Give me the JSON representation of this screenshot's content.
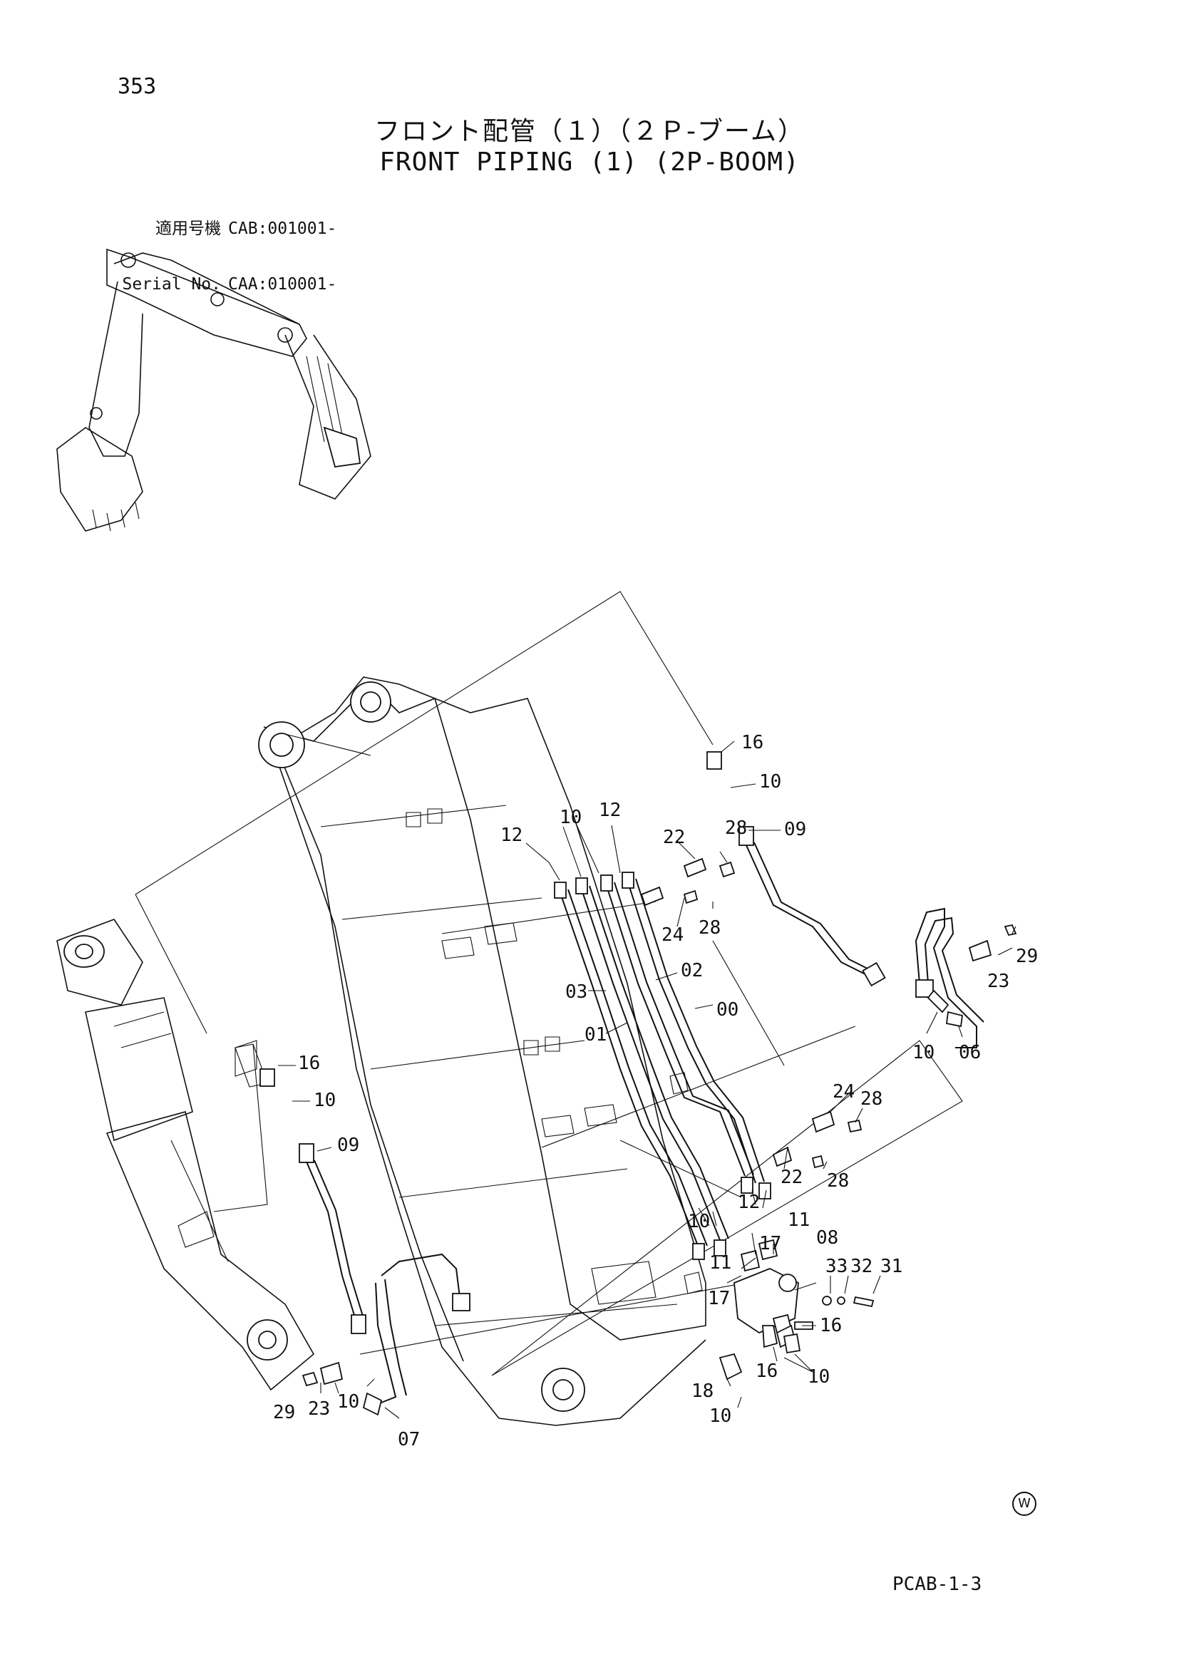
{
  "header": {
    "page_number": "353",
    "title_jp": "フロント配管（１）（２Ｐ-ブーム）",
    "title_en": "FRONT PIPING (1) (2P-BOOM)"
  },
  "applicability": [
    {
      "label": "適用号機",
      "value": "CAB:001001-"
    },
    {
      "label": "Serial No.",
      "value": "CAA:010001-"
    }
  ],
  "callouts": {
    "c16a": "16",
    "c10a": "10",
    "c09a": "09",
    "c12a": "12",
    "c10b": "10",
    "c12b": "12",
    "c22a": "22",
    "c28a": "28",
    "c24a": "24",
    "c28b": "28",
    "c29a": "29",
    "c23a": "23",
    "c03": "03",
    "c02": "02",
    "c01": "01",
    "c00": "00",
    "c10c": "10",
    "c06": "06",
    "c16b": "16",
    "c10d": "10",
    "c09b": "09",
    "c24b": "24",
    "c28c": "28",
    "c22b": "22",
    "c28d": "28",
    "c12c": "12",
    "c10e": "10",
    "c11a": "11",
    "c17a": "17",
    "c08": "08",
    "c11b": "11",
    "c33": "33",
    "c32": "32",
    "c31": "31",
    "c17b": "17",
    "c16c": "16",
    "c16d": "16",
    "c10f": "10",
    "c18": "18",
    "c10g": "10",
    "c29b": "29",
    "c23b": "23",
    "c10h": "10",
    "c07": "07"
  },
  "footer": {
    "mark": "W",
    "code": "PCAB-1-3"
  }
}
